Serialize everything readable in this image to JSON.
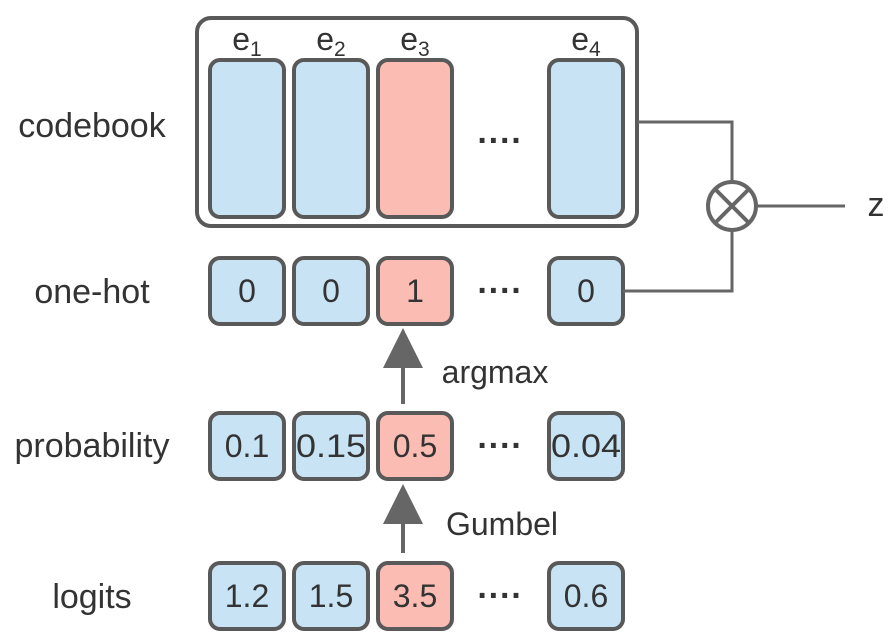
{
  "colors": {
    "normal_fill": "#c8e3f4",
    "selected_fill": "#fbbcb3",
    "stroke": "#595959",
    "line": "#666666",
    "text": "#333333"
  },
  "rows": {
    "codebook": {
      "label": "codebook",
      "vectors": [
        {
          "name": "e",
          "sub": "1",
          "selected": false
        },
        {
          "name": "e",
          "sub": "2",
          "selected": false
        },
        {
          "name": "e",
          "sub": "3",
          "selected": true
        },
        {
          "name": "e",
          "sub": "4",
          "selected": false
        }
      ],
      "ellipsis": "····"
    },
    "onehot": {
      "label": "one-hot",
      "values": [
        "0",
        "0",
        "1",
        "0"
      ],
      "selected_index": 2,
      "ellipsis": "····"
    },
    "probability": {
      "label": "probability",
      "values": [
        "0.1",
        "0.15",
        "0.5",
        "0.04"
      ],
      "selected_index": 2,
      "ellipsis": "····"
    },
    "logits": {
      "label": "logits",
      "values": [
        "1.2",
        "1.5",
        "3.5",
        "0.6"
      ],
      "selected_index": 2,
      "ellipsis": "····"
    }
  },
  "arrows": {
    "upper_label": "argmax",
    "lower_label": "Gumbel"
  },
  "operator": {
    "symbol": "⊗",
    "output_label": "z"
  }
}
